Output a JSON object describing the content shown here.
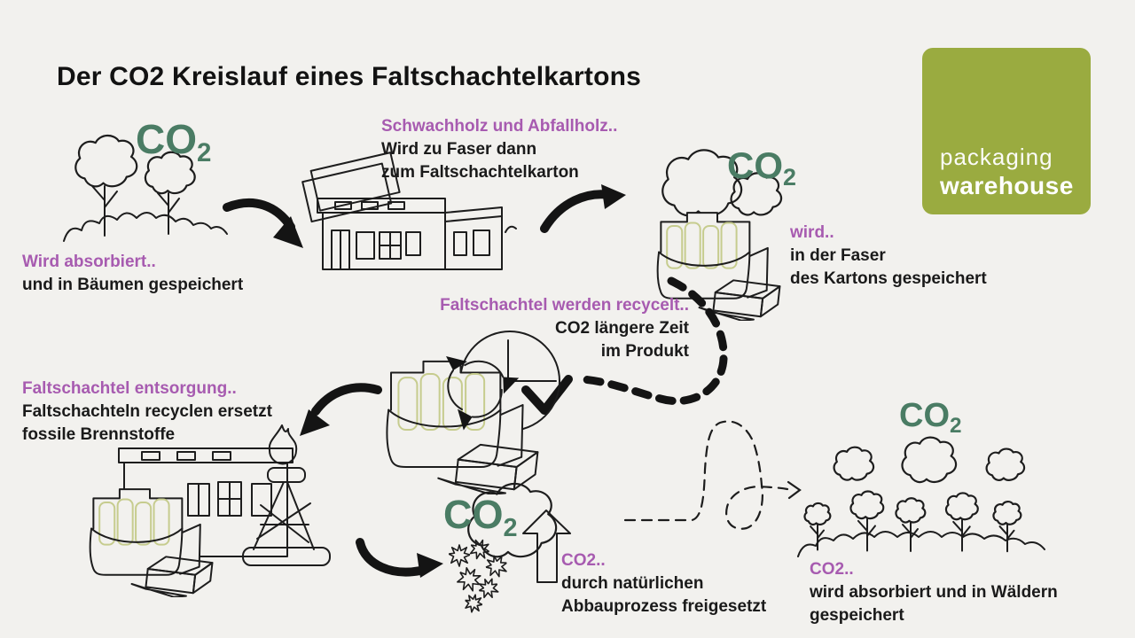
{
  "title": "Der CO2 Kreislauf eines Faltschachtelkartons",
  "logo": {
    "line1": "packaging",
    "line2": "warehouse",
    "color": "#9aab40"
  },
  "colors": {
    "background": "#f2f1ee",
    "heading_purple": "#a75bb0",
    "co2_green": "#4a7c64",
    "ink": "#1a1a1a"
  },
  "co2": {
    "main": "CO",
    "sub": "2"
  },
  "steps": {
    "absorbed": {
      "heading": "Wird absorbiert..",
      "lines": [
        "und in Bäumen gespeichert"
      ]
    },
    "wood": {
      "heading": "Schwachholz und Abfallholz..",
      "lines": [
        "Wird zu Faser dann",
        "zum Faltschachtelkarton"
      ]
    },
    "fiber": {
      "heading": "wird..",
      "lines": [
        "in der Faser",
        "des Kartons gespeichert"
      ]
    },
    "recycled": {
      "heading": "Faltschachtel werden recycelt..",
      "lines": [
        "CO2 längere Zeit",
        "im Produkt"
      ]
    },
    "disposal": {
      "heading": "Faltschachtel entsorgung..",
      "lines": [
        "Faltschachteln recyclen ersetzt",
        "fossile Brennstoffe"
      ]
    },
    "release": {
      "heading": "CO2..",
      "lines": [
        "durch natürlichen",
        "Abbauprozess freigesetzt"
      ]
    },
    "forest": {
      "heading": "CO2..",
      "lines": [
        "wird absorbiert und in Wäldern",
        "gespeichert"
      ]
    }
  }
}
